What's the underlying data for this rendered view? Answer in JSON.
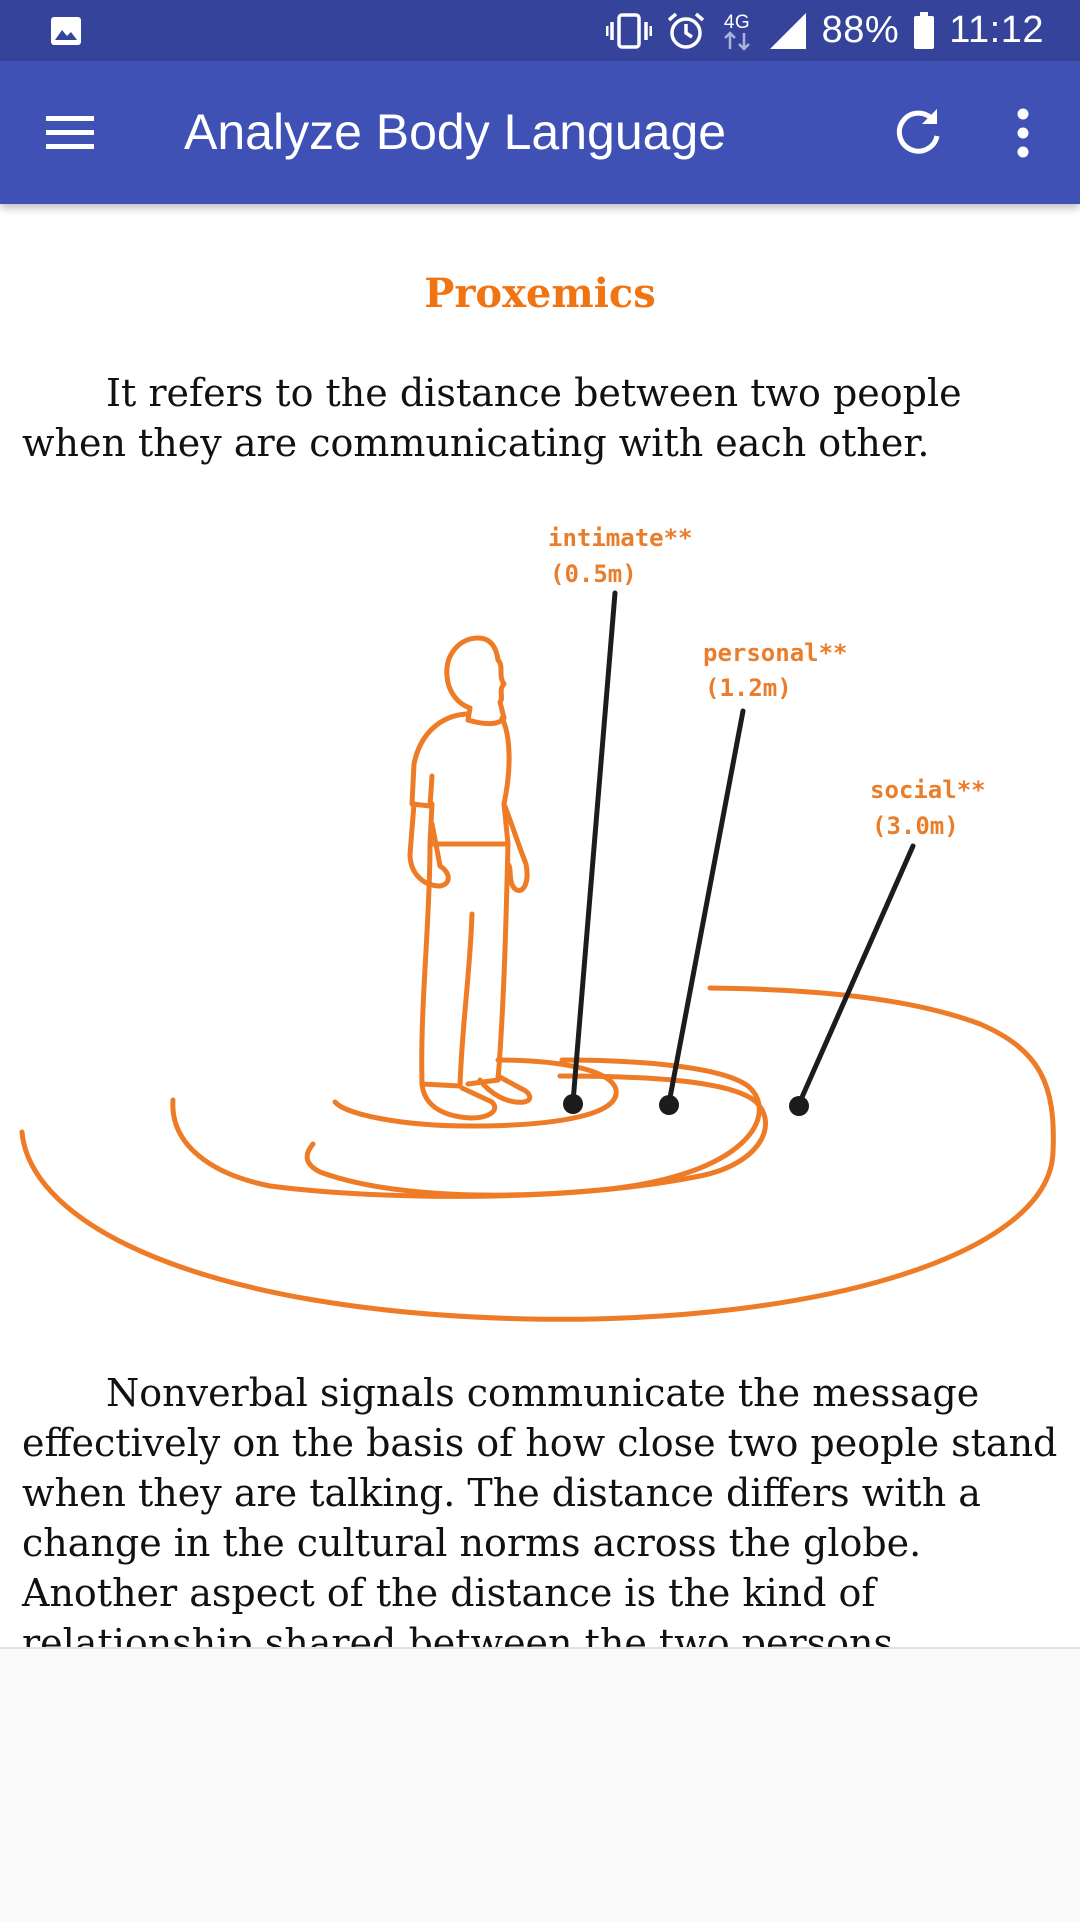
{
  "status_bar": {
    "battery": "88%",
    "time": "11:12",
    "network": "4G",
    "icons": [
      "image-icon",
      "vibrate-icon",
      "alarm-icon",
      "network-4g-icon",
      "signal-icon",
      "battery-icon"
    ]
  },
  "app_bar": {
    "title": "Analyze Body Language",
    "icons": [
      "menu-icon",
      "refresh-icon",
      "more-vert-icon"
    ]
  },
  "article": {
    "title": "Proxemics",
    "paragraph_1": "It refers to the distance between two people when they are communicating with each other.",
    "illustration": {
      "intimate_label": "intimate**",
      "intimate_distance": "(0.5m)",
      "personal_label": "personal**",
      "personal_distance": "(1.2m)",
      "social_label": "social**",
      "social_distance": "(3.0m)"
    },
    "paragraph_2": "Nonverbal signals communicate the message effectively on the basis of how close two people stand when they are talking. The distance differs with a change in the cultural norms across the globe. Another aspect of the distance is the kind of relationship shared between the two persons."
  },
  "colors": {
    "status_bar": "#35449a",
    "app_bar": "#3f51b5",
    "accent": "#f07412",
    "diagram_orange": "#ea7d2c"
  }
}
